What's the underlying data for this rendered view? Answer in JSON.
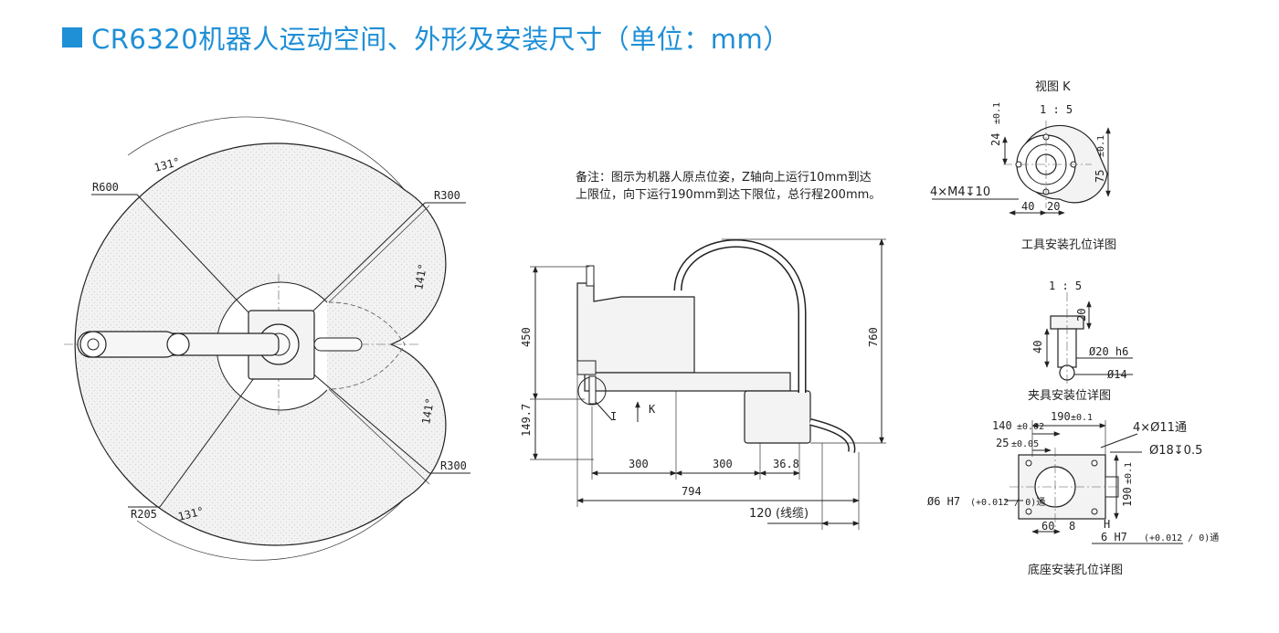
{
  "title": "CR6320机器人运动空间、外形及安装尺寸（单位：mm）",
  "accent_color": "#1f8fd6",
  "top_view": {
    "r600": "R600",
    "r300_top": "R300",
    "r300_bottom": "R300",
    "r205": "R205",
    "angle_131_top": "131°",
    "angle_131_bottom": "131°",
    "angle_141_top": "141°",
    "angle_141_bottom": "141°"
  },
  "side_view": {
    "note_line1": "备注：图示为机器人原点位姿，Z轴向上运行10mm到达",
    "note_line2": "上限位，向下运行190mm到达下限位，总行程200mm。",
    "dim_450": "450",
    "dim_149_7": "149.7",
    "dim_760": "760",
    "dim_300_a": "300",
    "dim_300_b": "300",
    "dim_36_8": "36.8",
    "dim_794": "794",
    "dim_120": "120 (线缆)",
    "mark_i": "I",
    "mark_k": "K"
  },
  "view_k": {
    "title": "视图 K",
    "scale": "1 : 5",
    "dim_24": "24",
    "tol_24": "±0.1",
    "dim_75": "75",
    "tol_75": "±0.1",
    "dim_40": "40",
    "dim_20": "20",
    "holes": "4×M4↧10",
    "caption": "工具安装孔位详图"
  },
  "fixture": {
    "scale": "1 : 5",
    "dim_20": "20",
    "dim_40": "40",
    "dia_20h6": "Ø20 h6",
    "dia_14": "Ø14",
    "caption": "夹具安装位详图"
  },
  "base": {
    "dim_140": "140",
    "tol_140": "±0.02",
    "dim_190": "190",
    "tol_190": "±0.1",
    "dim_25": "25",
    "tol_25": "±0.05",
    "holes_11": "4×Ø11通",
    "holes_18": "Ø18↧0.5",
    "dim_190v": "190",
    "tol_190v": "±0.1",
    "pin_left": "Ø6 H7",
    "pin_left_tol": "(+0.012 / 0)通",
    "dim_60": "60",
    "dim_8": "8",
    "mark_h": "H",
    "pin_right": "6 H7",
    "pin_right_tol": "(+0.012 / 0)通",
    "caption": "底座安装孔位详图"
  }
}
